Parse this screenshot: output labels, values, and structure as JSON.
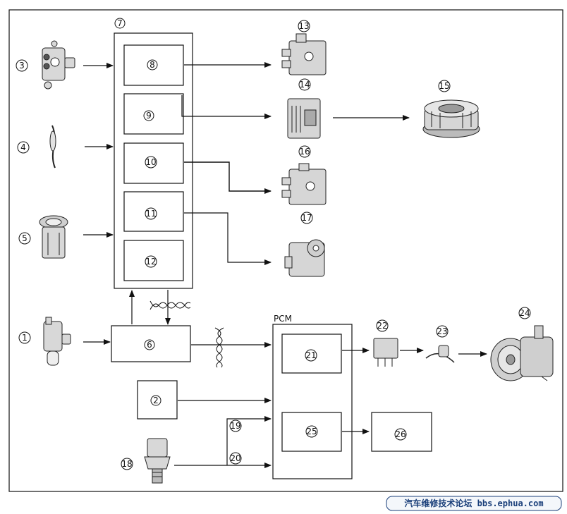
{
  "labels": {
    "n1": "1",
    "n2": "2",
    "n3": "3",
    "n4": "4",
    "n5": "5",
    "n6": "6",
    "n7": "7",
    "n8": "8",
    "n9": "9",
    "n10": "10",
    "n11": "11",
    "n12": "12",
    "n13": "13",
    "n14": "14",
    "n15": "15",
    "n16": "16",
    "n17": "17",
    "n18": "18",
    "n19": "19",
    "n20": "20",
    "n21": "21",
    "n22": "22",
    "n23": "23",
    "n24": "24",
    "n25": "25",
    "n26": "26"
  },
  "pcm_label": "PCM",
  "watermark": "汽车维修技术论坛 bbs.ephua.com"
}
